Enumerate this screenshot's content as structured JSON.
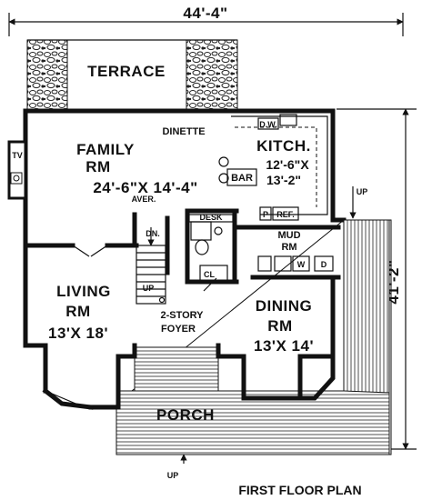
{
  "dimensions": {
    "overall_width": "44'-4\"",
    "overall_depth": "41'-2\""
  },
  "rooms": {
    "terrace": "TERRACE",
    "dinette": "DINETTE",
    "family_name": "FAMILY",
    "family_rm": "RM",
    "family_size": "24'-6\"X 14'-4\"",
    "family_note": "AVER.",
    "kitchen_name": "KITCH.",
    "kitchen_size_1": "12'-6\"X",
    "kitchen_size_2": "13'-2\"",
    "living_name": "LIVING",
    "living_rm": "RM",
    "living_size": "13'X 18'",
    "foyer_1": "2-STORY",
    "foyer_2": "FOYER",
    "dining_name": "DINING",
    "dining_rm": "RM",
    "dining_size": "13'X 14'",
    "mud_1": "MUD",
    "mud_2": "RM",
    "porch": "PORCH"
  },
  "fixtures": {
    "tv": "TV",
    "dw": "D.W.",
    "bar": "BAR",
    "desk": "DESK",
    "pantry": "P",
    "ref": "REF.",
    "dn": "DN.",
    "up_stair": "UP",
    "closet": "CL",
    "washer": "W",
    "dryer": "D",
    "up_deck": "UP",
    "up_porch": "UP"
  },
  "caption": "FIRST FLOOR PLAN"
}
